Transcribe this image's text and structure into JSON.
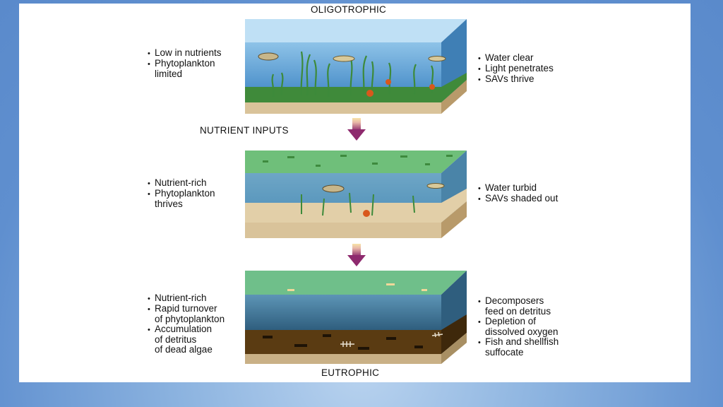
{
  "titles": {
    "top": "OLIGOTROPHIC",
    "middle": "NUTRIENT INPUTS",
    "bottom": "EUTROPHIC"
  },
  "stage1": {
    "left": [
      "Low in nutrients",
      "Phytoplankton",
      "limited"
    ],
    "right": [
      "Water clear",
      "Light penetrates",
      "SAVs thrive"
    ]
  },
  "stage2": {
    "left": [
      "Nutrient-rich",
      "Phytoplankton",
      "thrives"
    ],
    "right": [
      "Water turbid",
      "SAVs shaded out"
    ]
  },
  "stage3": {
    "left": [
      "Nutrient-rich",
      "Rapid turnover",
      "of phytoplankton",
      "Accumulation",
      "of detritus",
      "of dead algae"
    ],
    "right": [
      "Decomposers",
      "feed on detritus",
      "Depletion of",
      "dissolved oxygen",
      "Fish and shellfish",
      "suffocate"
    ]
  },
  "colors": {
    "background": "#6b98d4",
    "panel": "#ffffff",
    "arrow": "#8e2a6e",
    "water_clear": "#4e90c8",
    "water_turbid": "#5a93a6",
    "surface_green": "#6fbf8a",
    "sediment": "#d9c39a",
    "sediment_dark": "#5a3b12"
  }
}
